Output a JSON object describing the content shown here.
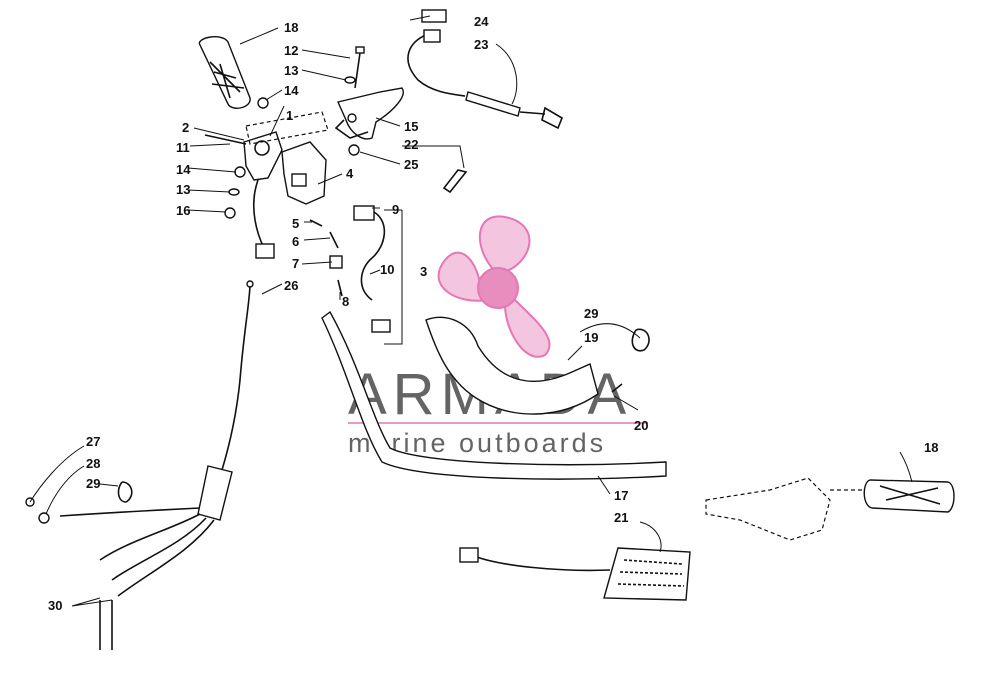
{
  "callouts": {
    "c1": "1",
    "c2": "2",
    "c3": "3",
    "c4": "4",
    "c5": "5",
    "c6": "6",
    "c7": "7",
    "c8": "8",
    "c9": "9",
    "c10": "10",
    "c11": "11",
    "c12": "12",
    "c13a": "13",
    "c13b": "13",
    "c14a": "14",
    "c14b": "14",
    "c15": "15",
    "c16": "16",
    "c17": "17",
    "c18a": "18",
    "c18b": "18",
    "c19": "19",
    "c20": "20",
    "c21": "21",
    "c22": "22",
    "c23": "23",
    "c24": "24",
    "c25": "25",
    "c26": "26",
    "c27": "27",
    "c28": "28",
    "c29a": "29",
    "c29b": "29",
    "c30": "30"
  },
  "watermark": {
    "brand": "ARMADA",
    "tagline": "marine outboards",
    "accent_color": "#e060a8",
    "text_color": "#4a4a4a"
  }
}
